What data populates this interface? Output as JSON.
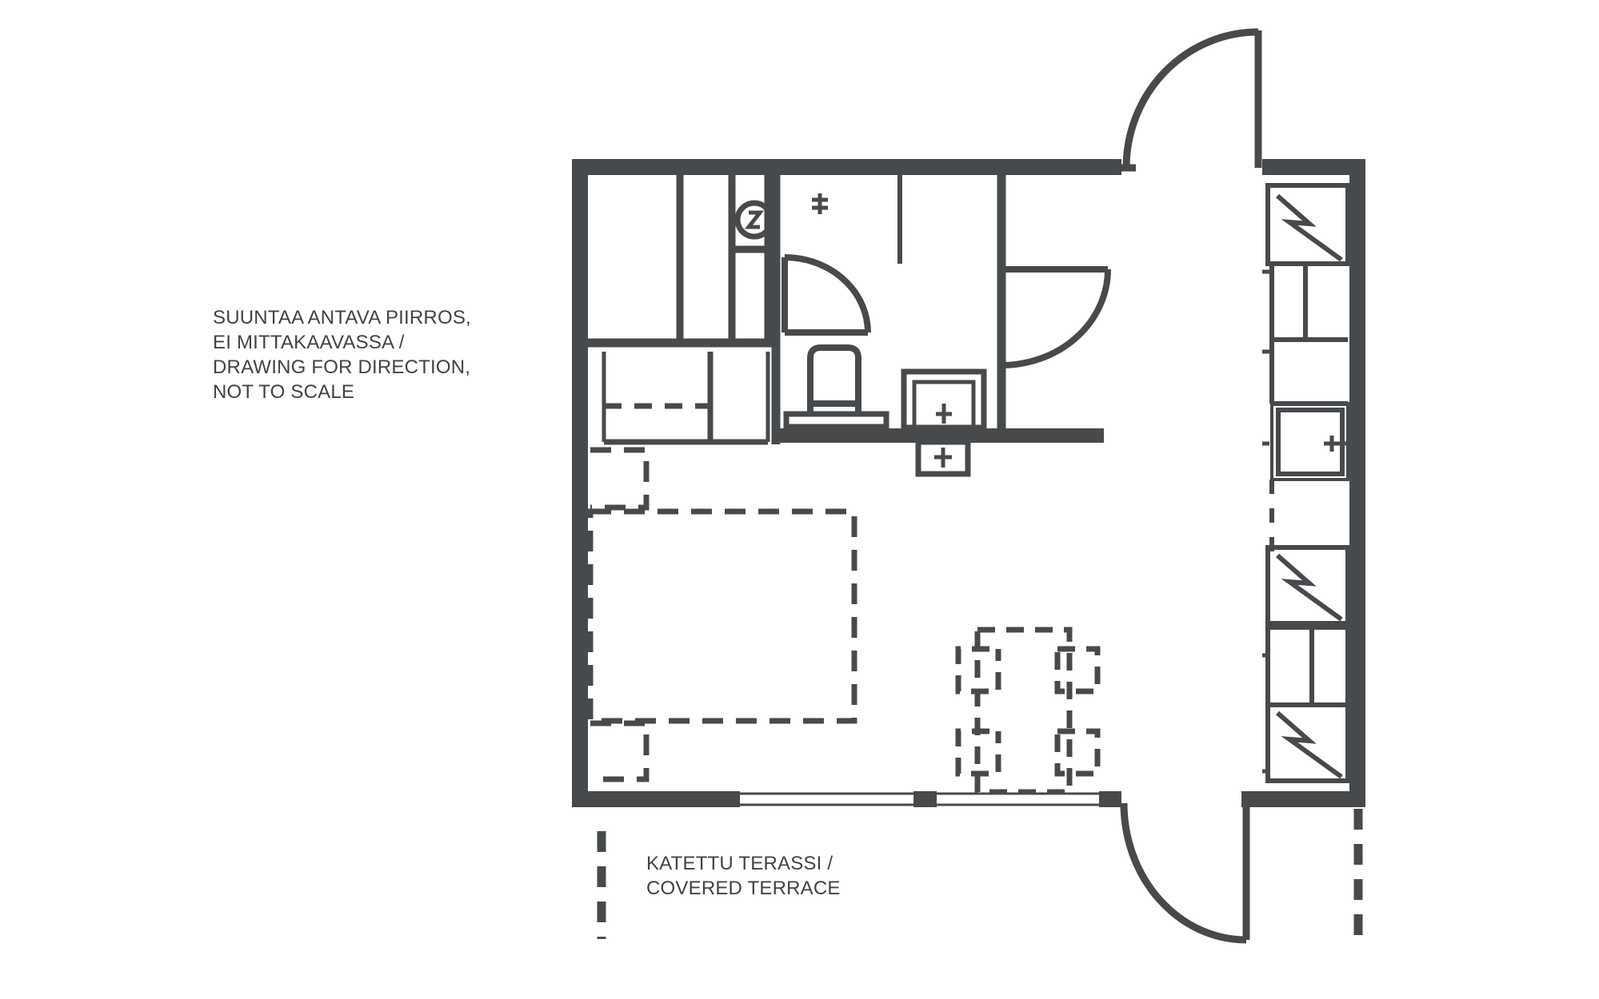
{
  "plan_note": {
    "lines": [
      "SUUNTAA ANTAVA PIIRROS,",
      "EI MITTAKAAVASSA /",
      "DRAWING FOR DIRECTION,",
      "NOT TO SCALE"
    ]
  },
  "terrace_label": {
    "lines": [
      "KATETTU TERASSI /",
      "COVERED TERRACE"
    ]
  },
  "colors": {
    "ink": "#474a4d",
    "background": "#ffffff"
  }
}
